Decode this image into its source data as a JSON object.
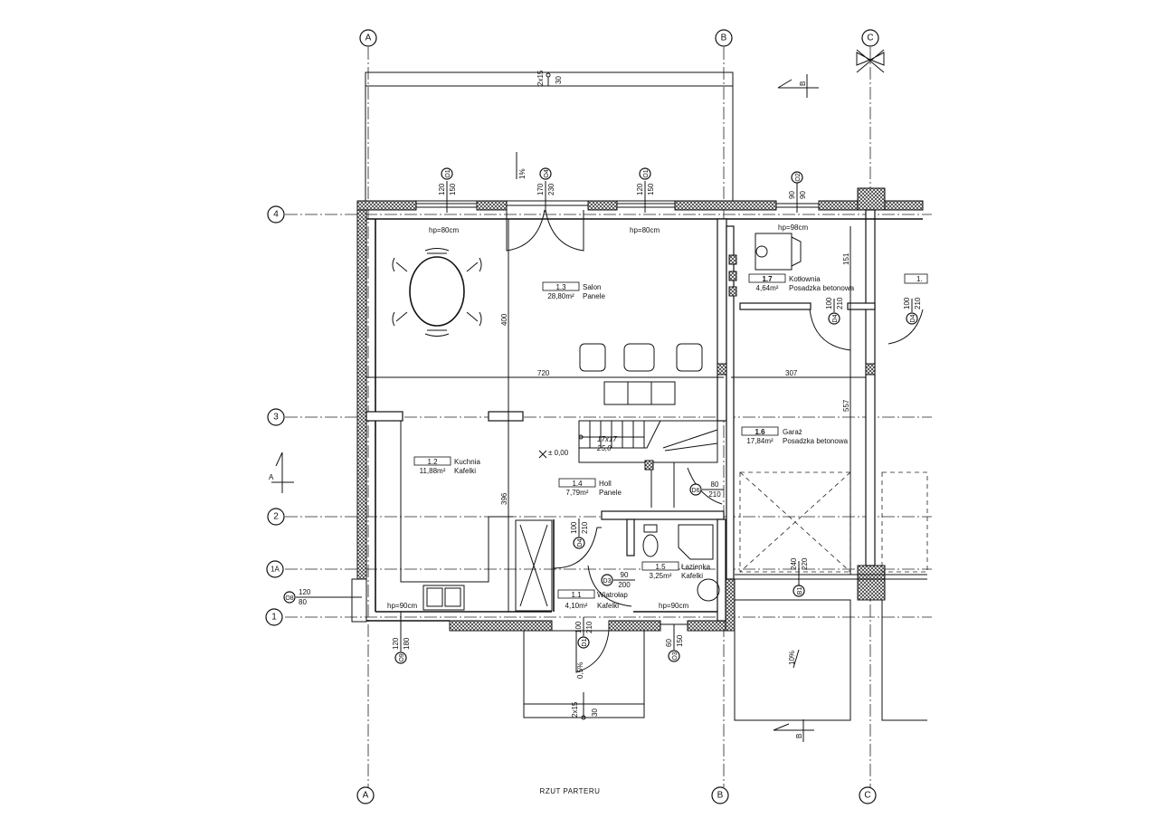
{
  "title": "RZUT PARTERU",
  "grid": {
    "vertical": [
      "A",
      "B",
      "C"
    ],
    "horizontal": [
      "4",
      "3",
      "2",
      "1A",
      "1"
    ]
  },
  "rooms": [
    {
      "number": "1.1",
      "name": "Wiatrołap",
      "area": "4,10m²",
      "floor": "Kafelki"
    },
    {
      "number": "1.2",
      "name": "Kuchnia",
      "area": "11,88m²",
      "floor": "Kafelki"
    },
    {
      "number": "1.3",
      "name": "Salon",
      "area": "28,80m²",
      "floor": "Panele"
    },
    {
      "number": "1.4",
      "name": "Holl",
      "area": "7,79m²",
      "floor": "Panele"
    },
    {
      "number": "1.5",
      "name": "Łazienka",
      "area": "3,25m²",
      "floor": "Kafelki"
    },
    {
      "number": "1.6",
      "name": "Garaż",
      "area": "17,84m²",
      "floor": "Posadzka betonowa"
    },
    {
      "number": "1.7",
      "name": "Kotłownia",
      "area": "4,64m²",
      "floor": "Posadzka betonowa"
    },
    {
      "number": "1.",
      "name": "",
      "area": "",
      "floor": ""
    }
  ],
  "dimensions": {
    "salon_width": "720",
    "garage_width": "307",
    "salon_depth": "400",
    "kitchen_depth": "396",
    "garage_depth": "557",
    "boiler_depth": "151"
  },
  "sill_heights": {
    "salon_left": "hp=80cm",
    "salon_right": "hp=80cm",
    "boiler": "hp=98cm",
    "kitchen": "hp=90cm",
    "bathroom": "hp=90cm"
  },
  "openings": [
    {
      "tag": "O1",
      "width": "120",
      "height": "150"
    },
    {
      "tag": "O4",
      "width": "170",
      "height": "230"
    },
    {
      "tag": "O1",
      "width": "120",
      "height": "150"
    },
    {
      "tag": "O2",
      "width": "90",
      "height": "90"
    },
    {
      "tag": "O8",
      "width": "120",
      "height": "80"
    },
    {
      "tag": "O9",
      "width": "120",
      "height": "180"
    },
    {
      "tag": "D1",
      "width": "100",
      "height": "210"
    },
    {
      "tag": "O3",
      "width": "60",
      "height": "150"
    },
    {
      "tag": "D3",
      "width": "90",
      "height": "200"
    },
    {
      "tag": "D4",
      "width": "100",
      "height": "210"
    },
    {
      "tag": "D4",
      "width": "100",
      "height": "210"
    },
    {
      "tag": "D4",
      "width": "100",
      "height": "210"
    },
    {
      "tag": "D6",
      "width": "80",
      "height": "210"
    },
    {
      "tag": "B1",
      "width": "240",
      "height": "220"
    }
  ],
  "stairs": {
    "step": "17x17",
    "count": "25,0"
  },
  "level": "± 0,00",
  "slopes": {
    "terrace": "1%",
    "entrance": "0,5%",
    "driveway": "10%"
  },
  "steps": {
    "top": {
      "count": "2x15",
      "total": "30"
    },
    "bottom": {
      "count": "2x15",
      "total": "30"
    }
  },
  "sections": {
    "a": "A",
    "b_top": "B",
    "b_bottom": "B"
  }
}
